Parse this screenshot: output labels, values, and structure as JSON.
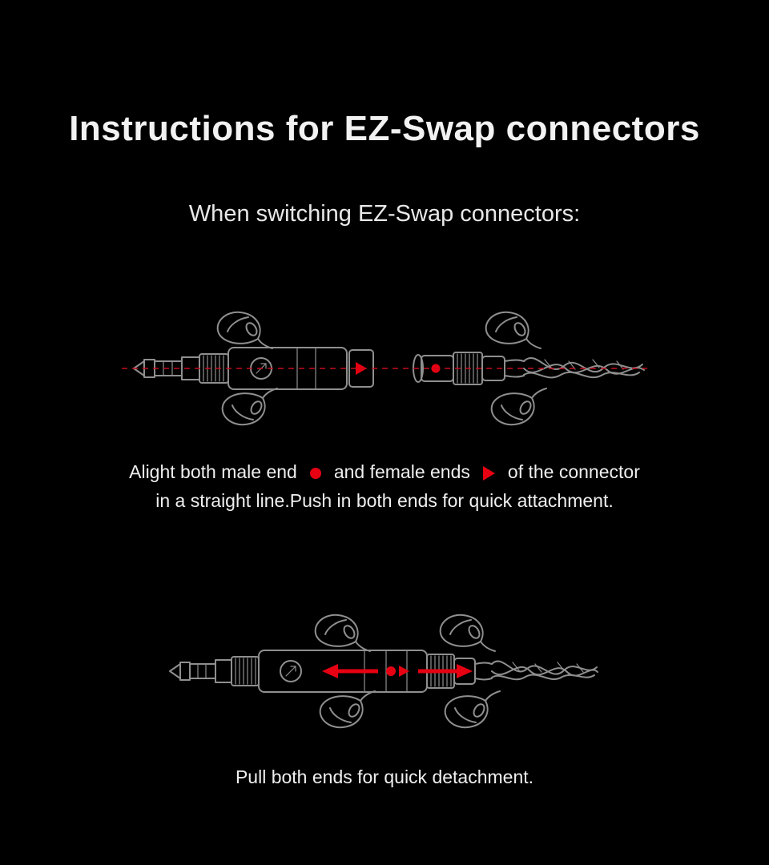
{
  "page": {
    "title": "Instructions for EZ-Swap connectors",
    "subtitle": "When switching EZ-Swap connectors:",
    "attach_caption": {
      "part1": "Alight both male end",
      "part2": "and female ends",
      "part3": "of the connector",
      "line2": "in a straight line.Push in both ends for quick attachment."
    },
    "detach_caption": "Pull both ends for quick detachment.",
    "colors": {
      "background": "#000000",
      "accent_red": "#e60012",
      "dash_red": "#c40d1e",
      "line_gray": "#8f8f8f",
      "text_white": "#f2f2f2"
    },
    "icons": {
      "male_end_marker": "red-dot",
      "female_end_marker": "red-triangle"
    }
  }
}
